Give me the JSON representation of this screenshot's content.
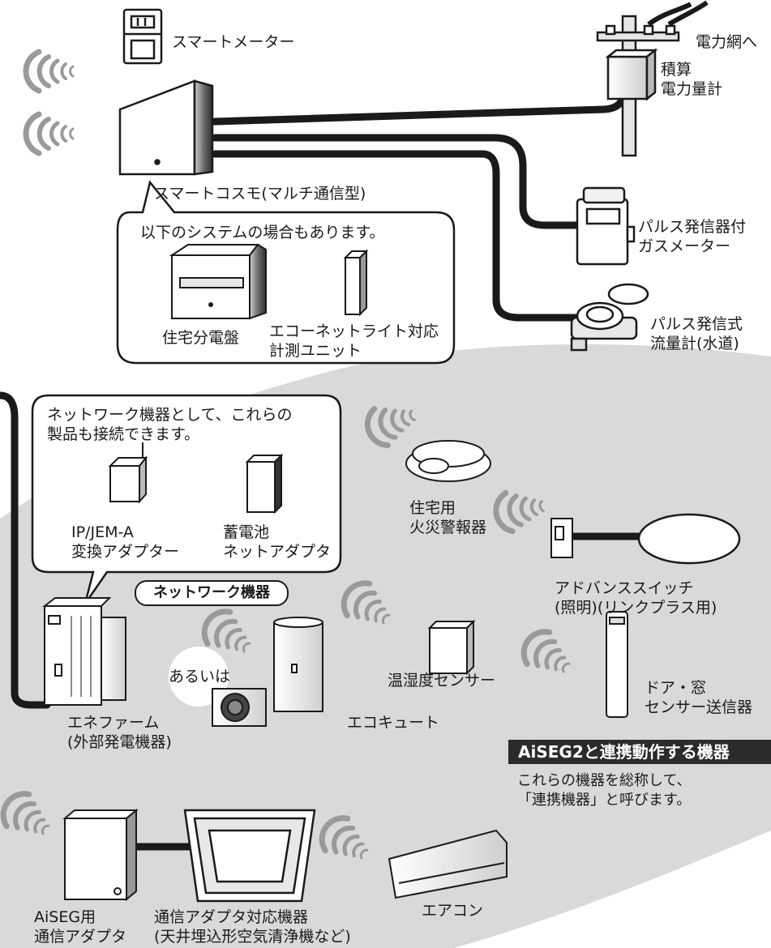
{
  "labels": {
    "smart_meter": "スマートメーター",
    "grid": "電力網へ",
    "integrating_meter": [
      "積算",
      "電力量計"
    ],
    "smart_cosmo": "スマートコスモ(マルチ通信型)",
    "system_note": "以下のシステムの場合もあります。",
    "panel": "住宅分電盤",
    "echonet_unit": [
      "エコーネットライト対応",
      "計測ユニット"
    ],
    "gas_meter": [
      "パルス発信器付",
      "ガスメーター"
    ],
    "water_meter": [
      "パルス発信式",
      "流量計(水道)"
    ],
    "network_note": [
      "ネットワーク機器として、これらの",
      "製品も接続できます。"
    ],
    "ip_jem": [
      "IP/JEM-A",
      "変換アダプター"
    ],
    "battery": [
      "蓄電池",
      "ネットアダプタ"
    ],
    "network_device": "ネットワーク機器",
    "fire_alarm": [
      "住宅用",
      "火災警報器"
    ],
    "advance_switch": [
      "アドバンススイッチ",
      "(照明)(リンクプラス用)"
    ],
    "or": "あるいは",
    "temp_sensor": "温湿度センサー",
    "door_sensor": [
      "ドア・窓",
      "センサー送信器"
    ],
    "enefarm": [
      "エネファーム",
      "(外部発電機器)"
    ],
    "ecocute": "エコキュート",
    "aiseg2_title": "AiSEG2と連携動作する機器",
    "aiseg2_note": [
      "これらの機器を総称して、",
      "「連携機器」と呼びます。"
    ],
    "aircon": "エアコン",
    "aiseg_adapter": [
      "AiSEG用",
      "通信アダプタ"
    ],
    "adapter_device": [
      "通信アダプタ対応機器",
      "(天井埋込形空気清浄機など)"
    ]
  },
  "icons": [
    "wireless-wave-icon",
    "smart-meter-icon",
    "smart-cosmo-icon",
    "power-pole-icon",
    "gas-meter-icon",
    "water-meter-icon",
    "panel-icon",
    "measurement-unit-icon",
    "router-icon",
    "battery-adapter-icon",
    "fire-alarm-icon",
    "switch-icon",
    "ceiling-light-icon",
    "enefarm-icon",
    "ecocute-icon",
    "temp-sensor-icon",
    "door-sensor-icon",
    "aiseg-adapter-icon",
    "air-purifier-icon",
    "aircon-icon"
  ],
  "colors": {
    "area_fill": "#d9d9d9",
    "cable": "#1a1a1a",
    "wave": "#9a9a9a",
    "title_bg": "#2b2b2b"
  }
}
